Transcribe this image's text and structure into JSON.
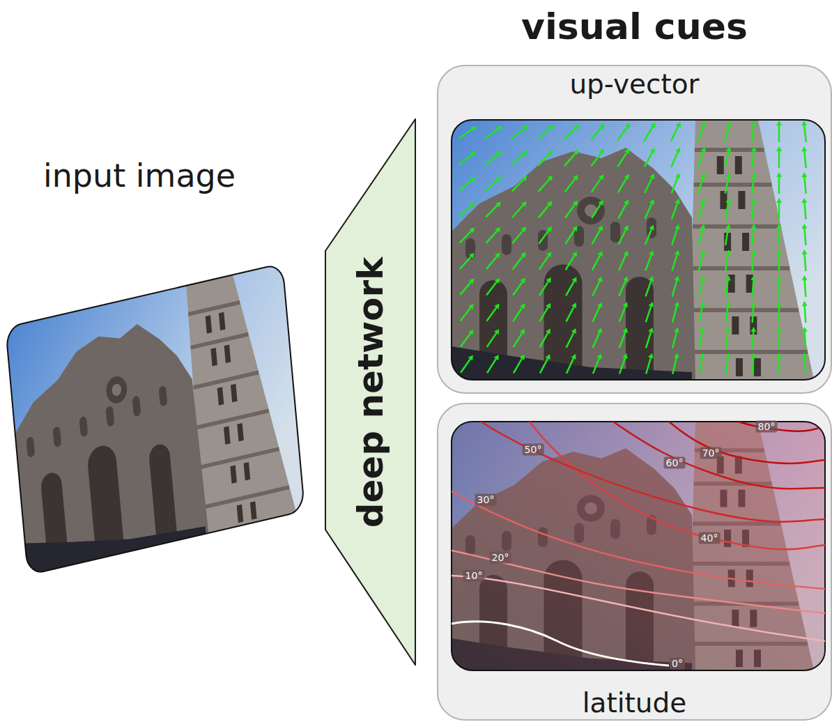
{
  "diagram": {
    "title": "visual cues",
    "nodes": [
      {
        "text": [
          "input image"
        ]
      },
      {
        "text": [
          "deep network"
        ]
      },
      {
        "text": [
          "up-vector"
        ]
      },
      {
        "text": [
          "latitude"
        ]
      }
    ],
    "labels": [
      "80°",
      "50°",
      "70°",
      "60°",
      "30°",
      "40°",
      "20°",
      "10°",
      "0°"
    ]
  }
}
